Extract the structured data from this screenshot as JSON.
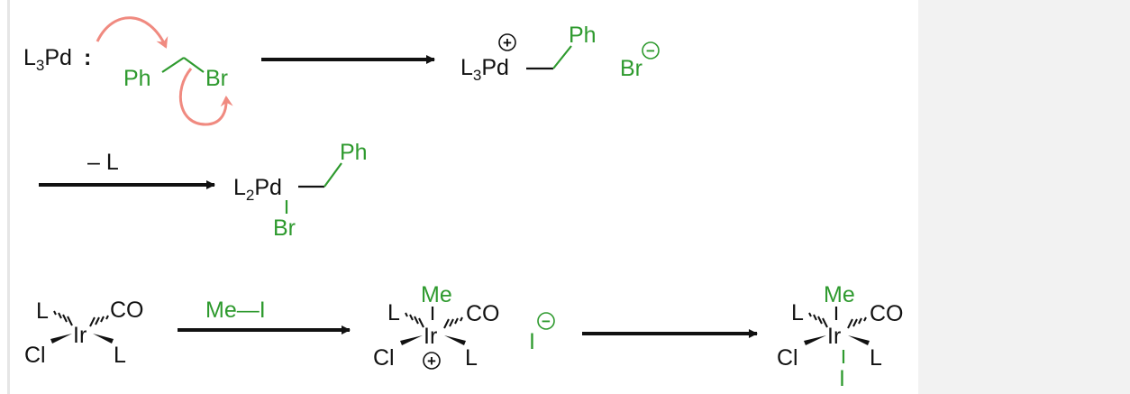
{
  "colors": {
    "reagent": "#2e9a2e",
    "metal": "#111111",
    "curly_arrow": "#f08a80",
    "panel": "#f2f2f2"
  },
  "scheme1": {
    "pd_ligand": "L",
    "pd_ligand_count": "3",
    "pd_metal": "Pd",
    "lone_pair": ":",
    "ph": "Ph",
    "br": "Br",
    "p1_ligand": "L",
    "p1_ligand_count": "3",
    "p1_metal": "Pd",
    "plus": "+",
    "p1_ph": "Ph",
    "bromide": "Br",
    "minus": "−"
  },
  "scheme2": {
    "condition": "– L",
    "ligand": "L",
    "ligand_count": "2",
    "metal": "Pd",
    "ph": "Ph",
    "br": "Br"
  },
  "scheme3": {
    "reagent": "Me—I",
    "r_l_top": "L",
    "r_co": "CO",
    "r_metal": "Ir",
    "r_cl": "Cl",
    "r_l_bottom": "L",
    "m_me": "Me",
    "m_l_top": "L",
    "m_co": "CO",
    "m_metal": "Ir",
    "m_cl": "Cl",
    "m_l_bottom": "L",
    "m_plus": "+",
    "iodide": "I",
    "iodide_minus": "−",
    "p_me": "Me",
    "p_l_top": "L",
    "p_co": "CO",
    "p_metal": "Ir",
    "p_cl": "Cl",
    "p_l_bottom": "L",
    "p_i": "I"
  }
}
